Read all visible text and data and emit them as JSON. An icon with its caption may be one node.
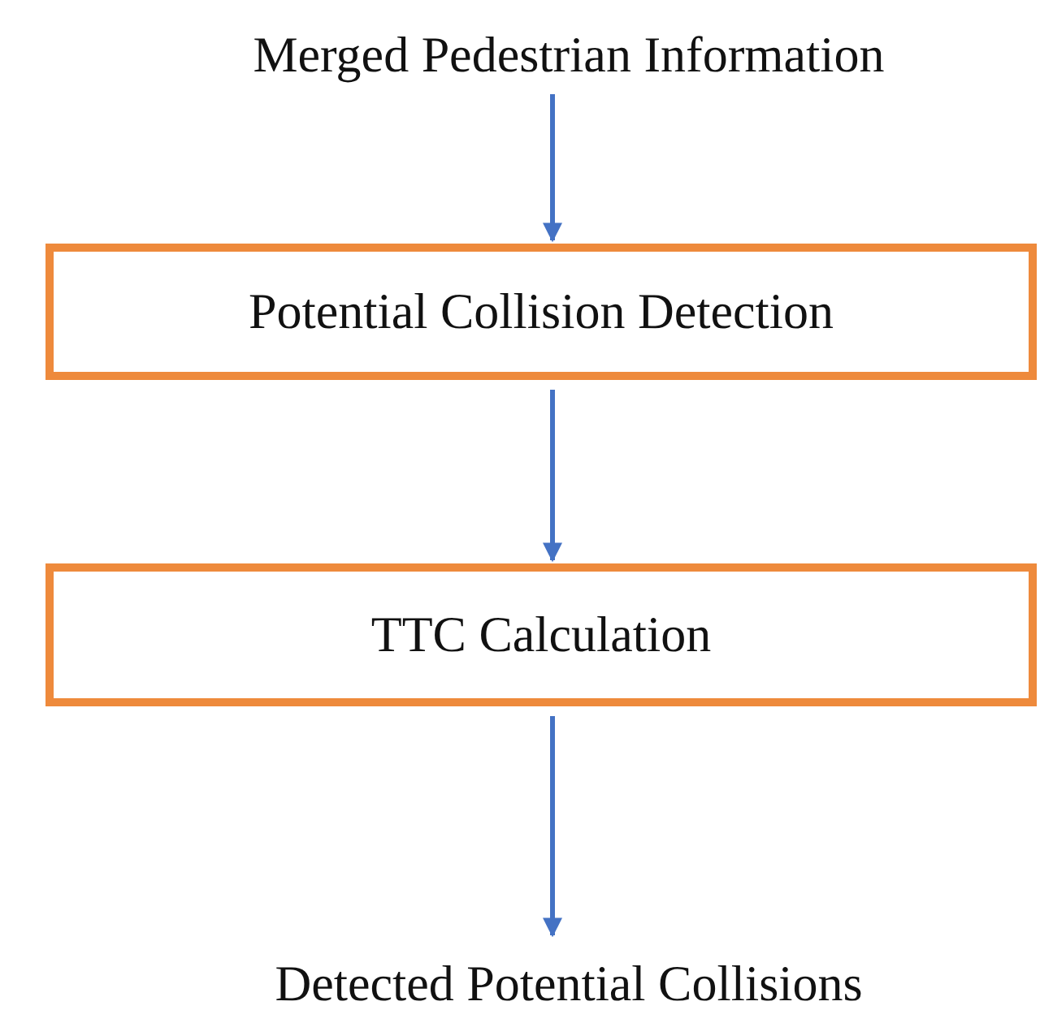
{
  "diagram": {
    "nodes": [
      {
        "text": [
          "Merged Pedestrian Information"
        ]
      },
      {
        "text": [
          "Potential Collision Detection"
        ]
      },
      {
        "text": [
          "TTC Calculation"
        ]
      },
      {
        "text": [
          "Detected Potential Collisions"
        ]
      }
    ],
    "edges": [
      {
        "from": 0,
        "to": 1,
        "arrow": "to"
      },
      {
        "from": 1,
        "to": 2,
        "arrow": "to"
      },
      {
        "from": 2,
        "to": 3,
        "arrow": "to"
      }
    ]
  }
}
